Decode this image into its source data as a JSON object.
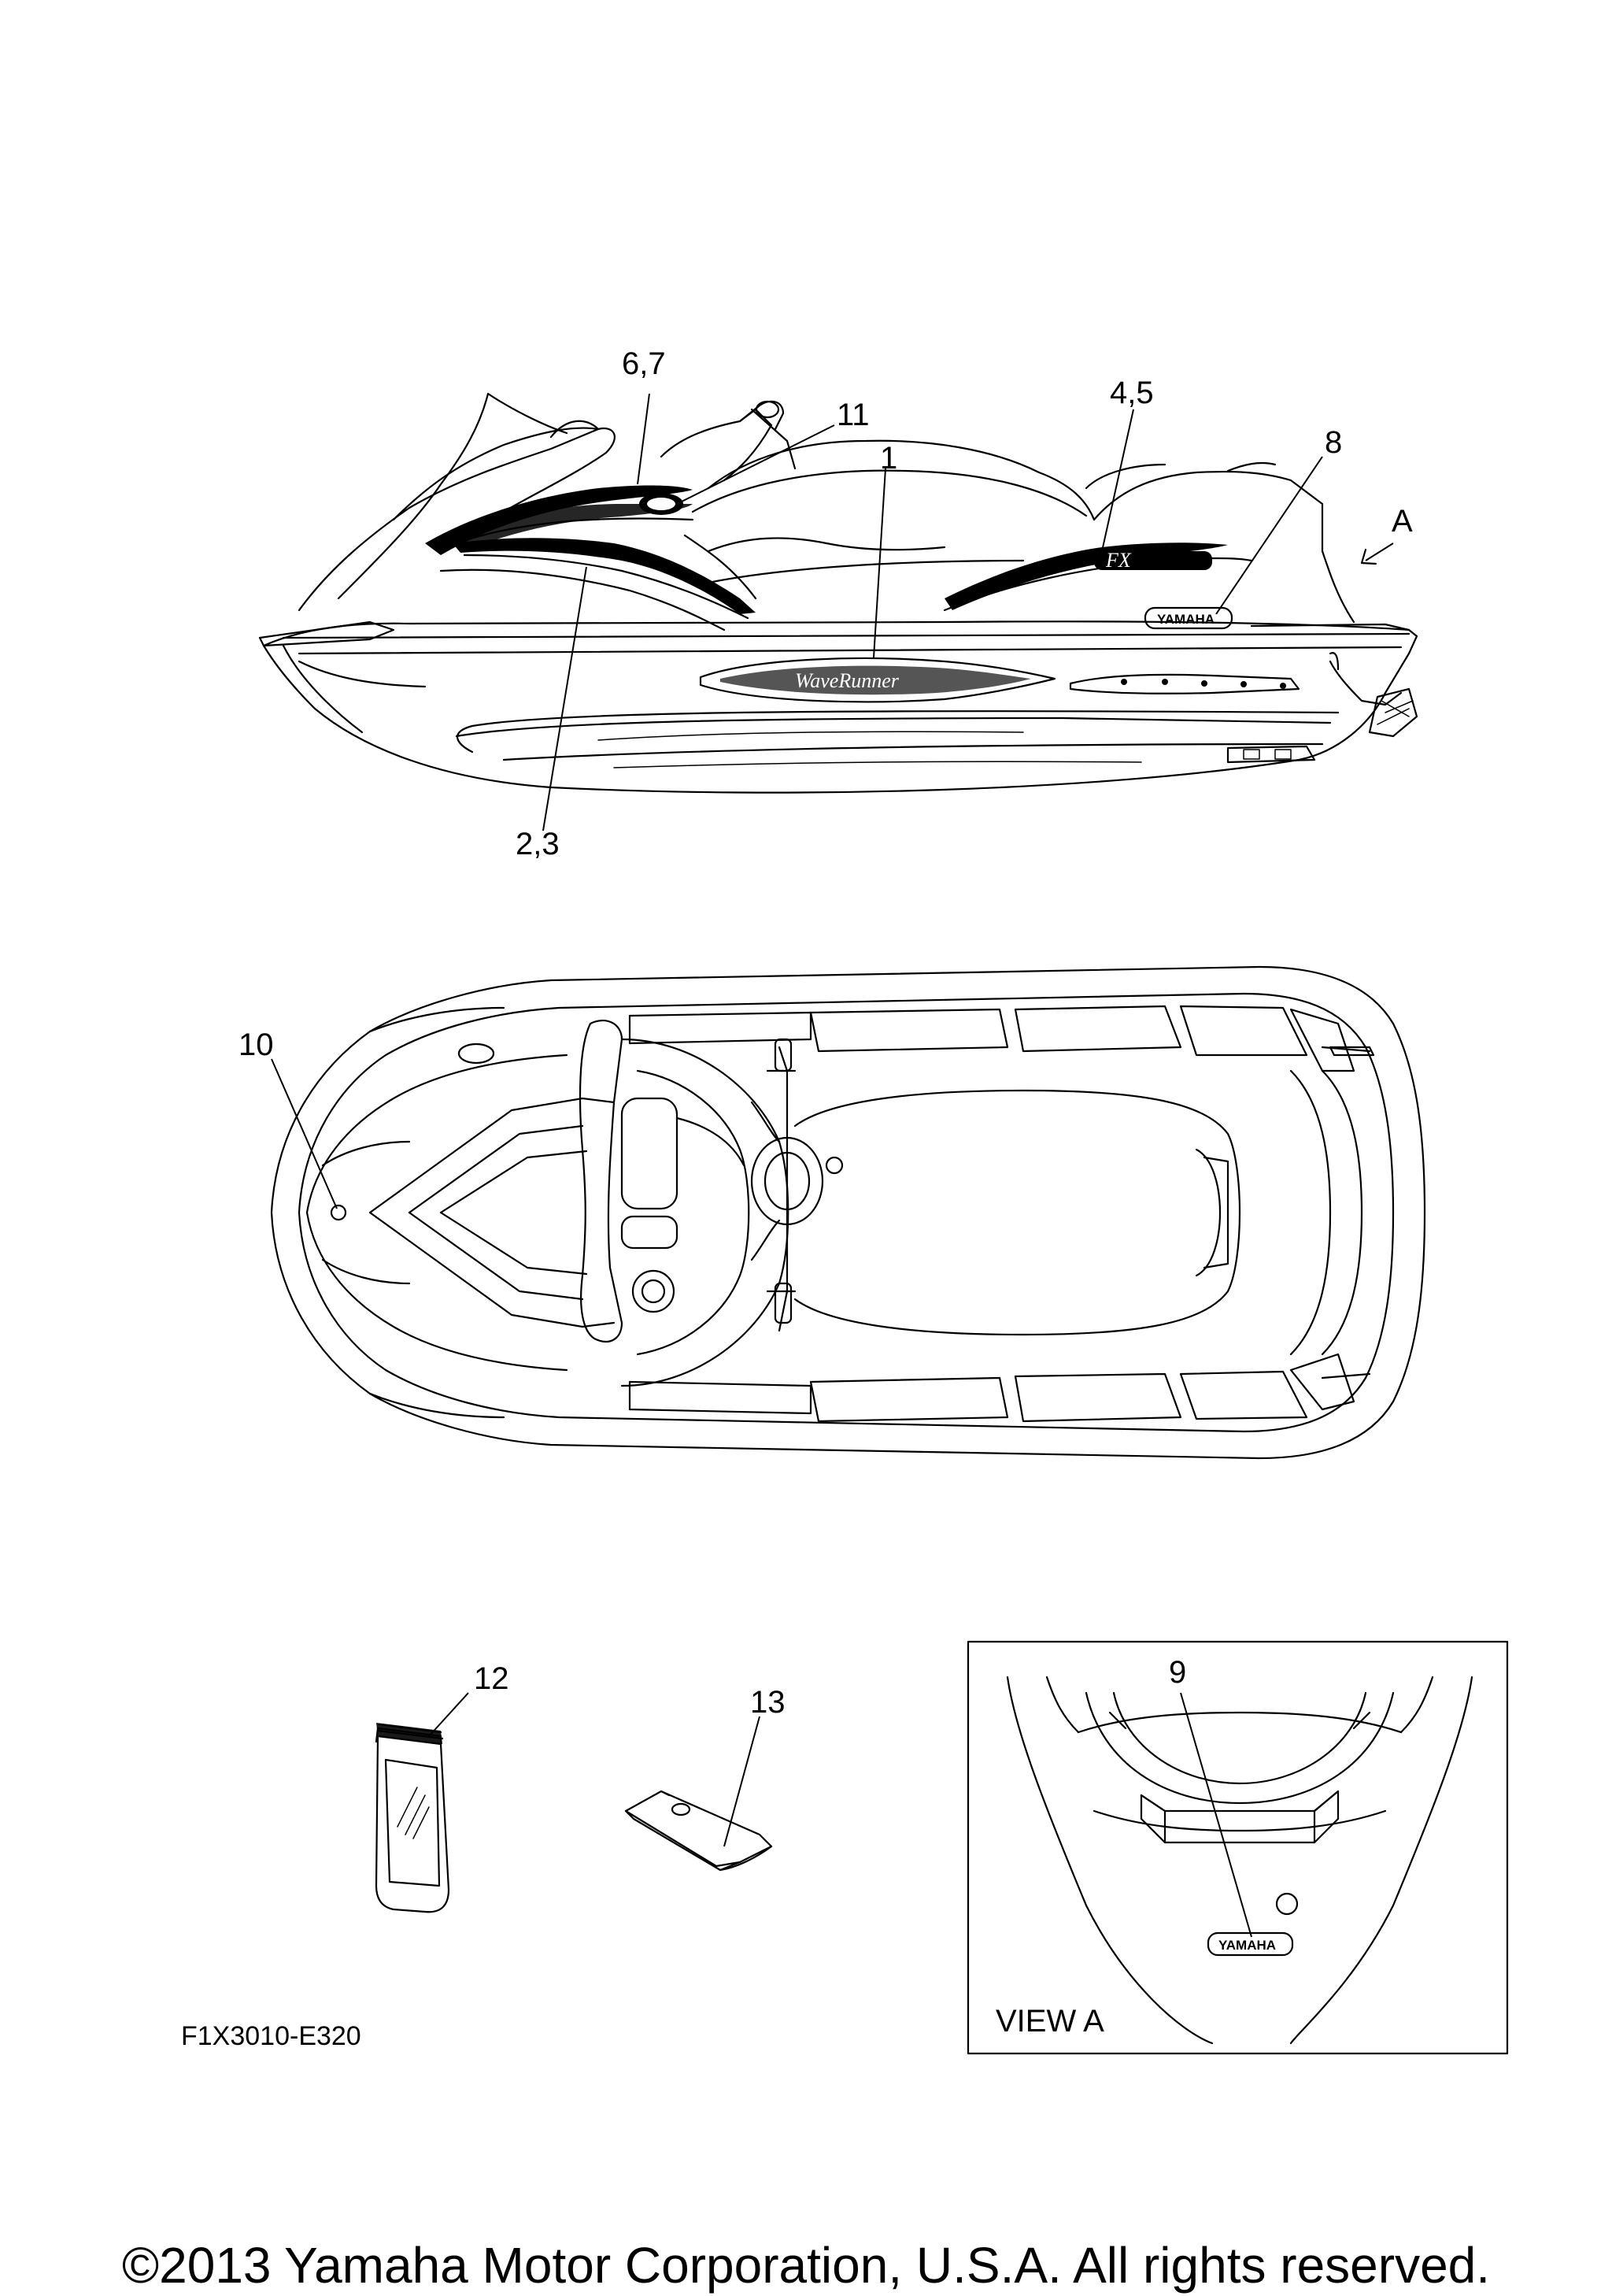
{
  "callouts": {
    "c67": "6,7",
    "c11": "11",
    "c1": "1",
    "c45": "4,5",
    "c8": "8",
    "cA": "A",
    "c23": "2,3",
    "c10": "10",
    "c12": "12",
    "c13": "13",
    "c9": "9"
  },
  "view_label": "VIEW A",
  "diagram_code": "F1X3010-E320",
  "copyright": "©2013 Yamaha Motor Corporation, U.S.A. All rights reserved.",
  "decals": {
    "waverunner": "WaveRunner",
    "fx": "FX",
    "yamaha_side": "YAMAHA",
    "yamaha_rear": "YAMAHA"
  }
}
